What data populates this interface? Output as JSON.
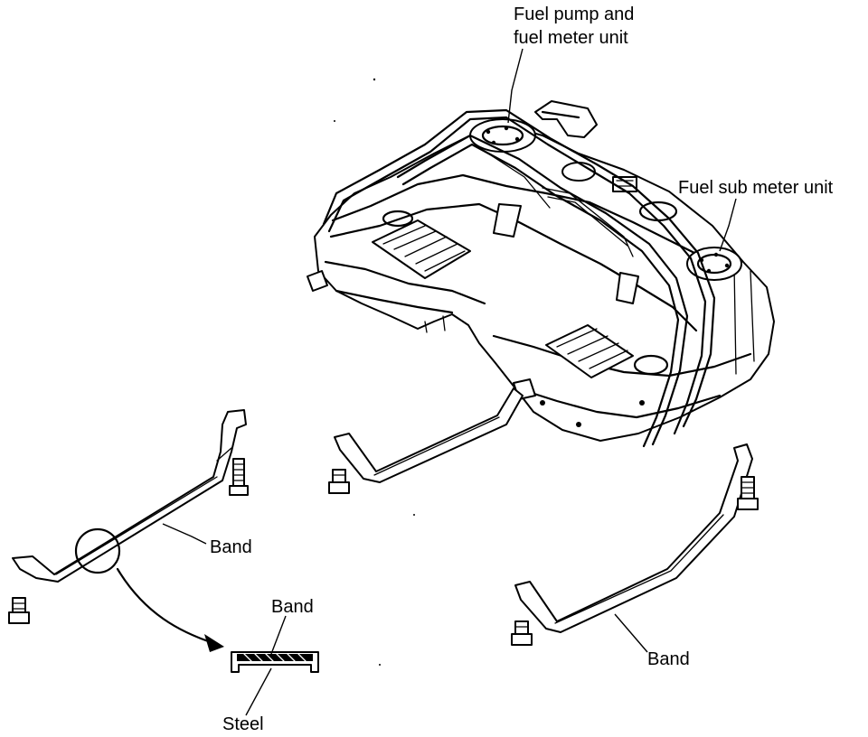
{
  "labels": {
    "fuel_pump_line1": "Fuel pump and",
    "fuel_pump_line2": "fuel meter unit",
    "fuel_sub_meter": "Fuel sub meter unit",
    "band_left": "Band",
    "band_detail": "Band",
    "steel_detail": "Steel",
    "band_right": "Band"
  }
}
